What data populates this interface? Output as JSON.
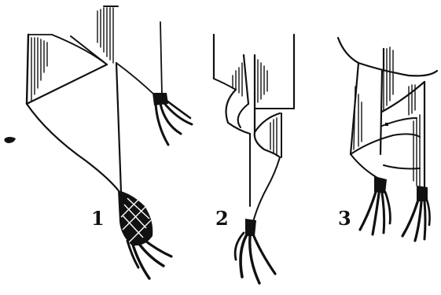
{
  "figures": [
    {
      "number": "1"
    },
    {
      "number": "2"
    },
    {
      "number": "3"
    }
  ],
  "colors": {
    "ink": "#111111",
    "paper": "#ffffff"
  }
}
